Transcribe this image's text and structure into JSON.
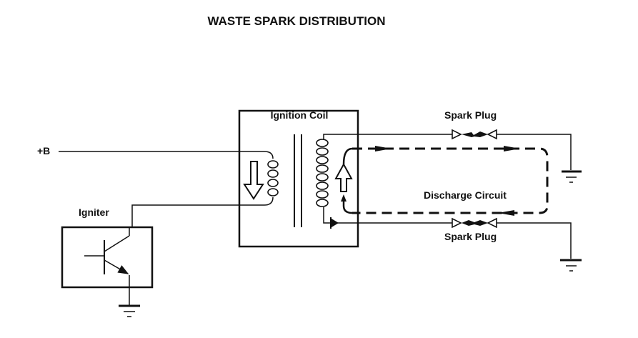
{
  "title": "WASTE SPARK DISTRIBUTION",
  "labels": {
    "ignition_coil": "Ignition Coil",
    "spark_plug_top": "Spark Plug",
    "spark_plug_bottom": "Spark Plug",
    "plus_b": "+B",
    "igniter": "Igniter",
    "discharge_circuit": "Discharge Circuit"
  },
  "components": [
    {
      "id": "ignition-coil",
      "type": "transformer",
      "primary": "current direction down",
      "secondary": "current direction up"
    },
    {
      "id": "igniter",
      "type": "npn-transistor"
    },
    {
      "id": "spark-plug-1",
      "type": "spark-gap"
    },
    {
      "id": "spark-plug-2",
      "type": "spark-gap"
    },
    {
      "id": "diode",
      "type": "diode"
    },
    {
      "id": "ground-1",
      "type": "ground"
    },
    {
      "id": "ground-2",
      "type": "ground"
    },
    {
      "id": "ground-3",
      "type": "ground"
    }
  ],
  "colors": {
    "ink": "#111111",
    "background": "#ffffff"
  }
}
